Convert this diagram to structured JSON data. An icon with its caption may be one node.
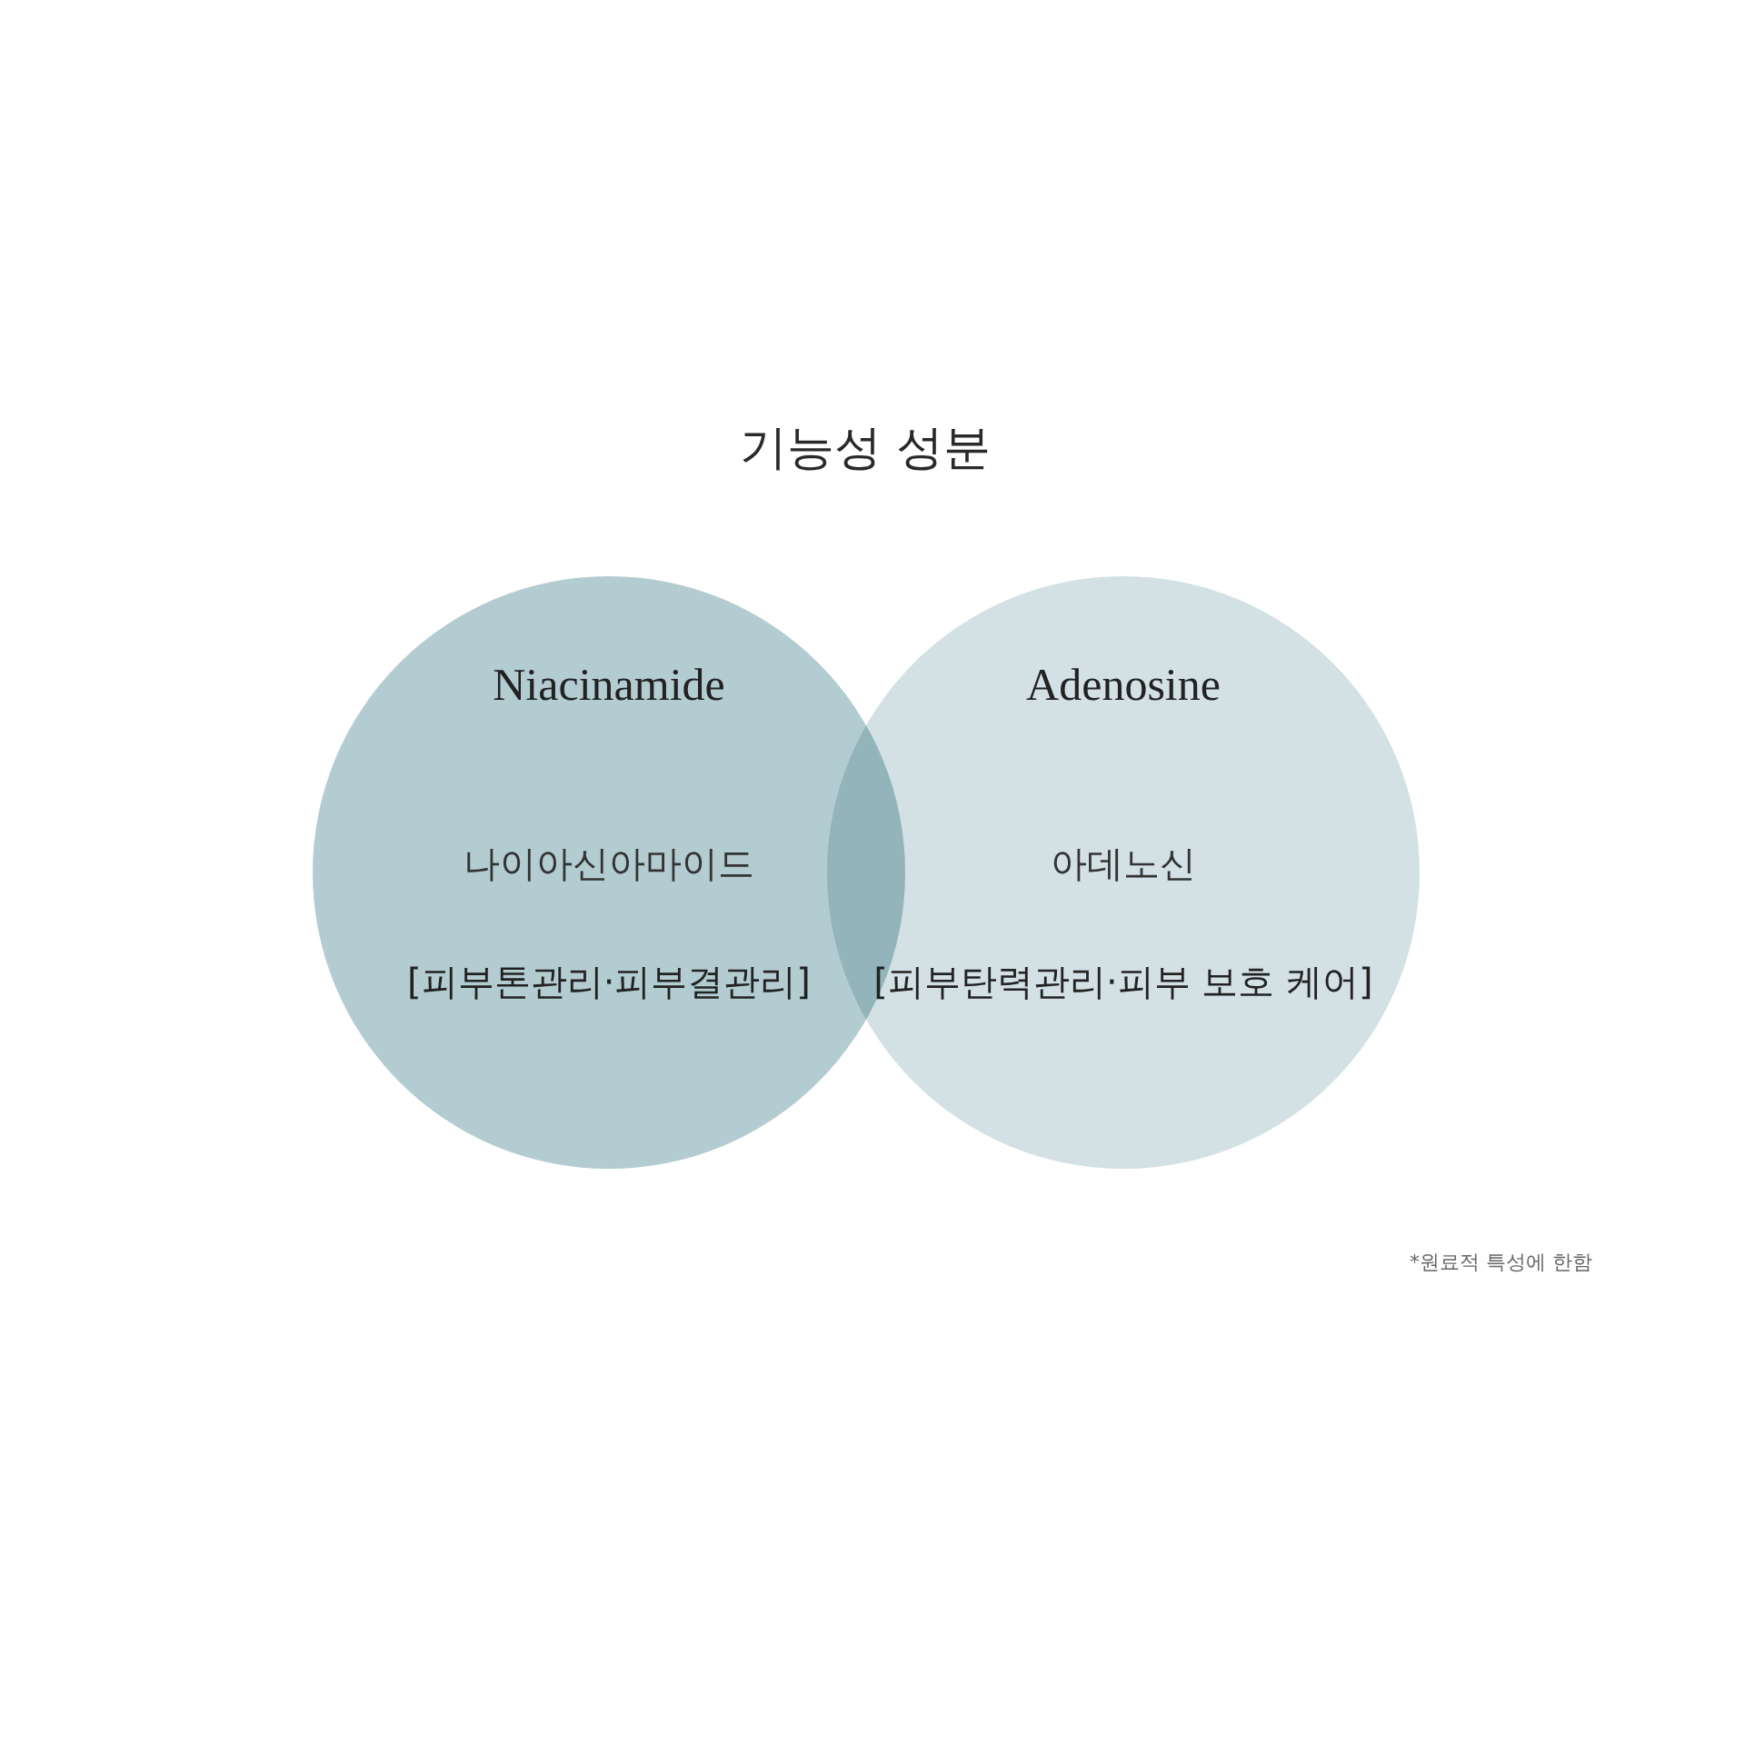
{
  "diagram": {
    "title": "기능성 성분",
    "nodes": [
      {
        "text": [
          "Niacinamide",
          "나이아신아마이드",
          "[피부톤관리·피부결관리]"
        ]
      },
      {
        "text": [
          "Adenosine",
          "아데노신",
          "[피부탄력관리·피부 보호 케어]"
        ]
      }
    ],
    "labels": [
      "*원료적 특성에 한함"
    ]
  }
}
